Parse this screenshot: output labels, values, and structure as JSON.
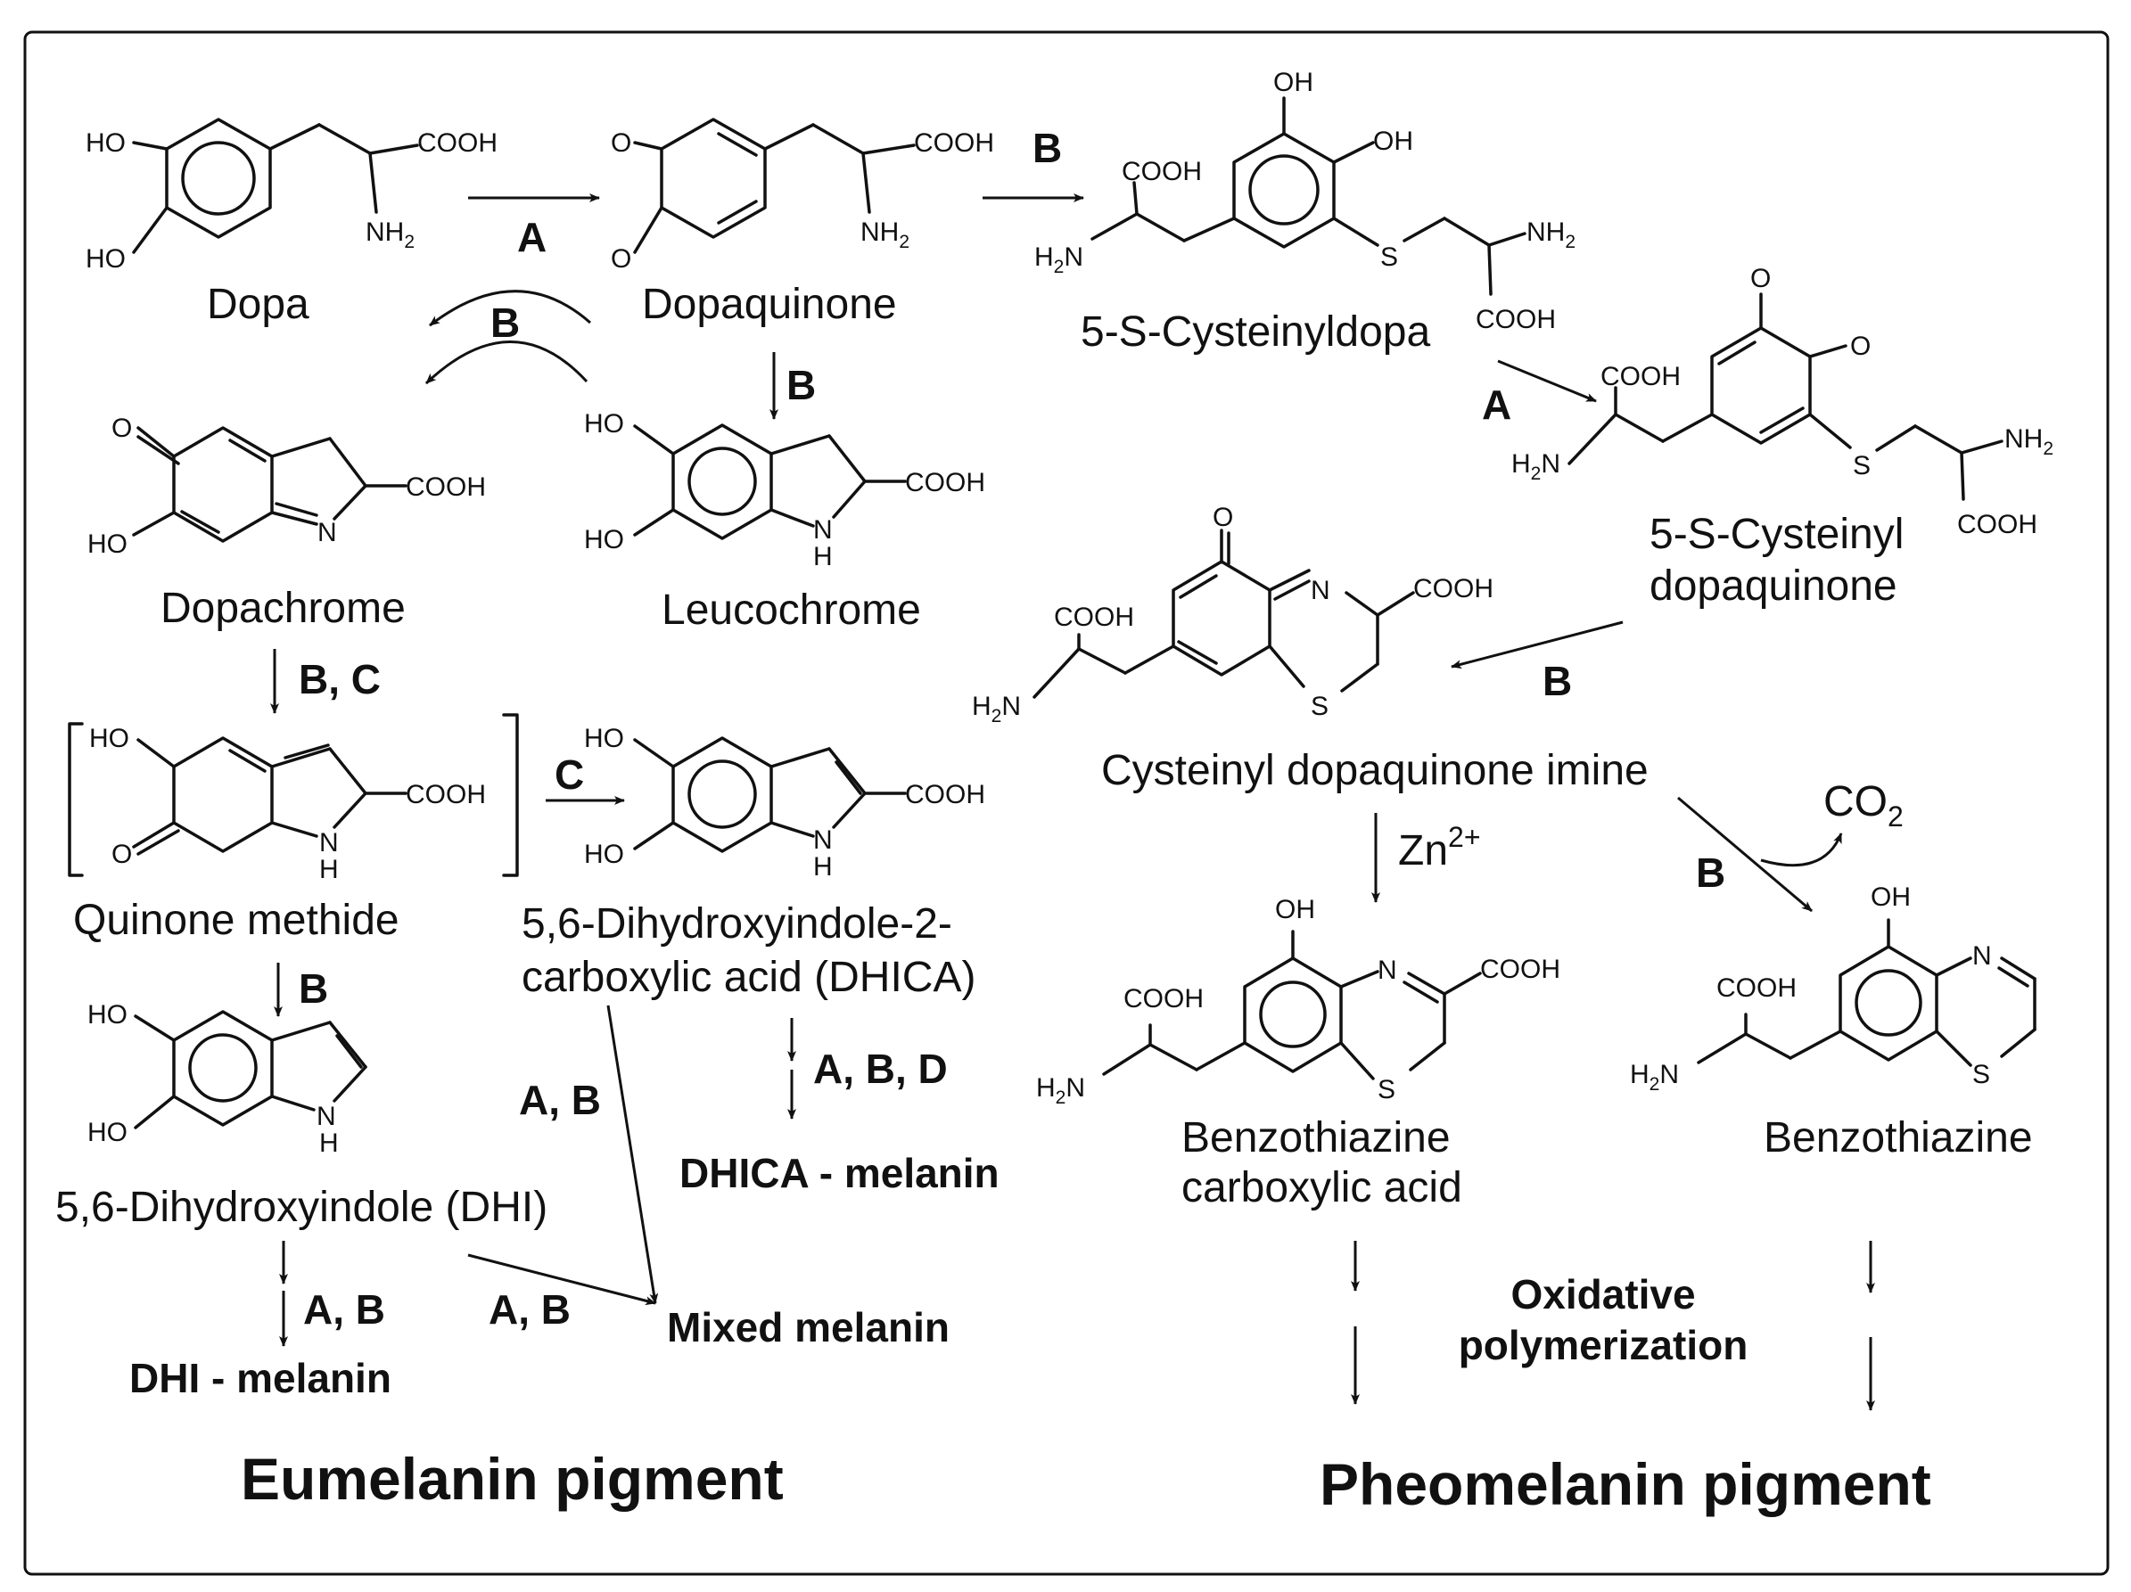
{
  "compounds": {
    "dopa": "Dopa",
    "dopaquinone": "Dopaquinone",
    "cysteinyldopa": "5-S-Cysteinyldopa",
    "cysteinyl_dopaquinone_1": "5-S-Cysteinyl",
    "cysteinyl_dopaquinone_2": "dopaquinone",
    "dopachrome": "Dopachrome",
    "leucochrome": "Leucochrome",
    "cysteinyl_dopaquinone_imine": "Cysteinyl dopaquinone imine",
    "quinone_methide": "Quinone methide",
    "dhica_1": "5,6-Dihydroxyindole-2-",
    "dhica_2": "carboxylic acid (DHICA)",
    "dhi": "5,6-Dihydroxyindole (DHI)",
    "benzothiazine_acid_1": "Benzothiazine",
    "benzothiazine_acid_2": "carboxylic acid",
    "benzothiazine": "Benzothiazine"
  },
  "steps": {
    "dopa_to_dopaquinone": "A",
    "dopaquinone_to_cysteinyldopa": "B",
    "dopaquinone_to_dopa": "B",
    "dopaquinone_to_leucochrome": "B",
    "cysteinyldopa_oxidation": "A",
    "cysteinyldopaquinone_to_imine": "B",
    "dopachrome_to_quinone_methide": "B, C",
    "quinone_methide_to_dhica": "C",
    "quinone_methide_to_dhi": "B",
    "dhica_to_melanin": "A, B, D",
    "dhica_to_mixed": "A, B",
    "dhi_to_melanin": "A, B",
    "dhi_to_mixed": "A, B",
    "imine_zinc": "Zn",
    "imine_zinc_charge": "2+",
    "imine_decarboxylation": "B",
    "co2": "CO",
    "co2_subscript": "2"
  },
  "products": {
    "dhica_melanin": "DHICA - melanin",
    "dhi_melanin": "DHI - melanin",
    "mixed_melanin": "Mixed melanin",
    "oxidative_1": "Oxidative",
    "oxidative_2": "polymerization"
  },
  "titles": {
    "eumelanin": "Eumelanin pigment",
    "pheomelanin": "Pheomelanin pigment"
  },
  "atom_labels": {
    "ho": "HO",
    "oh": "OH",
    "o": "O",
    "n": "N",
    "h": "H",
    "s": "S",
    "cooh": "COOH",
    "nh2": "NH2",
    "h2n": "H2N"
  }
}
